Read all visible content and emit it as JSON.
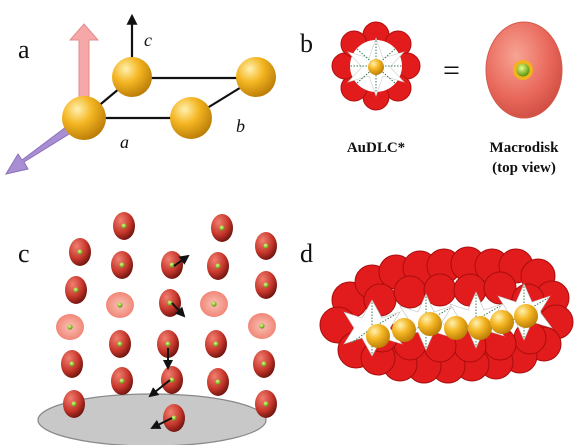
{
  "panels": {
    "a": {
      "label": "a",
      "axes": {
        "a": "a",
        "b": "b",
        "c": "c"
      }
    },
    "b": {
      "label": "b",
      "equals": "=",
      "left_caption": "AuDLC*",
      "right_caption_line1": "Macrodisk",
      "right_caption_line2": "(top view)"
    },
    "c": {
      "label": "c"
    },
    "d": {
      "label": "d"
    }
  },
  "colors": {
    "gold": "#f2b21c",
    "red": "#e21c1c",
    "disk_pink": "#f07d70",
    "axis_pink": "#f6a8a8",
    "axis_purple": "#a98ed3",
    "green": "#7dc000",
    "substrate": "#c8c8c8"
  }
}
